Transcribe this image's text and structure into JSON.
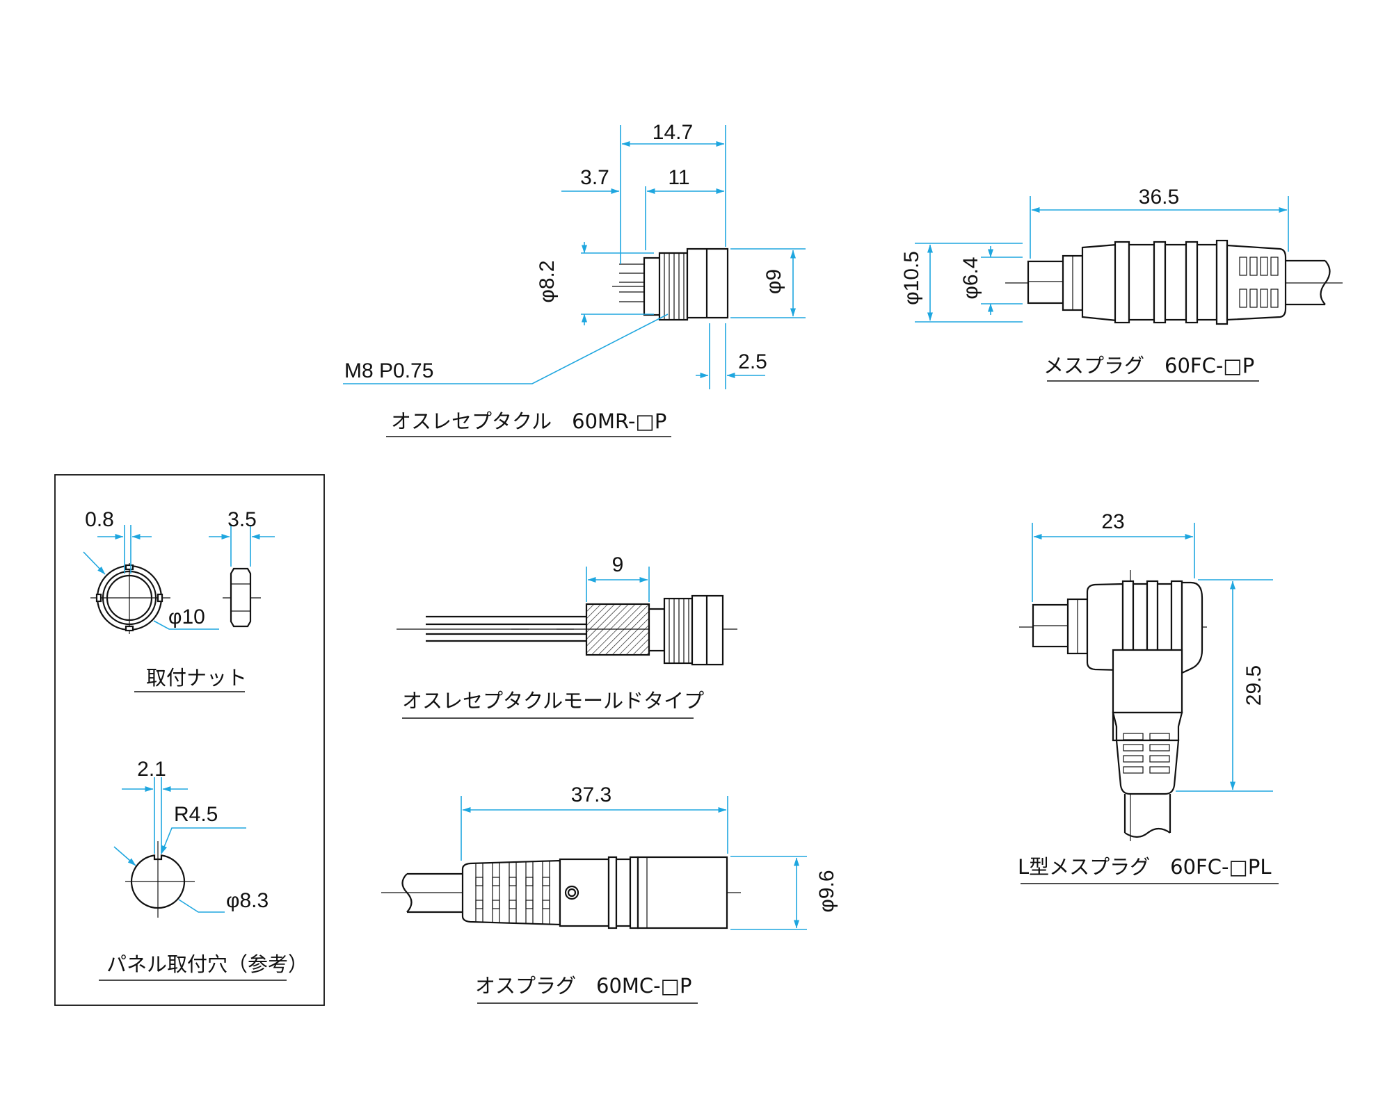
{
  "receptacle": {
    "dim_overall": "14.7",
    "dim_left": "3.7",
    "dim_body": "11",
    "dia_thread": "φ8.2",
    "dia_flange": "φ9",
    "dim_flange": "2.5",
    "thread_spec": "M8 P0.75",
    "caption": "オスレセプタクル　60MR-□P"
  },
  "female_plug": {
    "dim_length": "36.5",
    "dia_outer": "φ10.5",
    "dia_inner": "φ6.4",
    "caption": "メスプラグ　60FC-□P"
  },
  "nut_panel": {
    "nut_dim_a": "0.8",
    "nut_dim_b": "3.5",
    "nut_dia": "φ10",
    "nut_caption": "取付ナット",
    "hole_dim": "2.1",
    "hole_radius": "R4.5",
    "hole_dia": "φ8.3",
    "hole_caption": "パネル取付穴（参考）"
  },
  "mold_receptacle": {
    "dim_mold": "9",
    "caption": "オスレセプタクルモールドタイプ"
  },
  "male_plug": {
    "dim_length": "37.3",
    "dia_outer": "φ9.6",
    "caption": "オスプラグ　60MC-□P"
  },
  "l_plug": {
    "dim_width": "23",
    "dim_height": "29.5",
    "caption": "L型メスプラグ　60FC-□PL"
  }
}
